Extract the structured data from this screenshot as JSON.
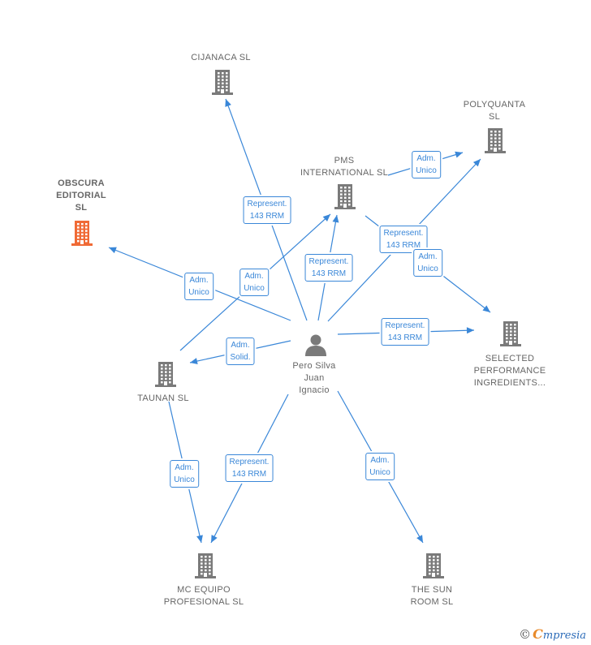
{
  "colors": {
    "edge": "#3a87d8",
    "building": "#7a7a7a",
    "highlight_building": "#f06a35",
    "person": "#7a7a7a"
  },
  "center": {
    "name_lines": [
      "Pero Silva",
      "Juan",
      "Ignacio"
    ],
    "icon": "person-icon"
  },
  "companies": [
    {
      "id": "cijanaca",
      "name": "CIJANACA  SL",
      "icon": "building-icon"
    },
    {
      "id": "polyquanta",
      "name": "POLYQUANTA\nSL",
      "icon": "building-icon"
    },
    {
      "id": "pms",
      "name": "PMS\nINTERNATIONAL SL",
      "icon": "building-icon"
    },
    {
      "id": "obscura",
      "name": "OBSCURA\nEDITORIAL\nSL",
      "icon": "building-icon",
      "highlight": true
    },
    {
      "id": "selected",
      "name": "SELECTED\nPERFORMANCE\nINGREDIENTS...",
      "icon": "building-icon"
    },
    {
      "id": "taunan",
      "name": "TAUNAN SL",
      "icon": "building-icon"
    },
    {
      "id": "mc",
      "name": "MC EQUIPO\nPROFESIONAL SL",
      "icon": "building-icon"
    },
    {
      "id": "sunroom",
      "name": "THE SUN\nROOM  SL",
      "icon": "building-icon"
    }
  ],
  "relations": [
    {
      "id": "r1",
      "from": "center",
      "to": "cijanaca",
      "label": [
        "Represent.",
        "143 RRM"
      ]
    },
    {
      "id": "r2",
      "from": "center",
      "to": "pms",
      "label": [
        "Represent.",
        "143 RRM"
      ]
    },
    {
      "id": "r3",
      "from": "center",
      "to": "polyquanta",
      "label": [
        "Represent.",
        "143 RRM"
      ]
    },
    {
      "id": "r4",
      "from": "pms",
      "to": "polyquanta",
      "label": [
        "Adm.",
        "Unico"
      ]
    },
    {
      "id": "r5",
      "from": "pms",
      "to": "selected",
      "label": [
        "Adm.",
        "Unico"
      ]
    },
    {
      "id": "r6",
      "from": "center",
      "to": "obscura",
      "label": [
        "Adm.",
        "Unico"
      ]
    },
    {
      "id": "r7",
      "from": "taunan",
      "to": "pms",
      "label": [
        "Adm.",
        "Unico"
      ]
    },
    {
      "id": "r8",
      "from": "center",
      "to": "selected",
      "label": [
        "Represent.",
        "143 RRM"
      ]
    },
    {
      "id": "r9",
      "from": "center",
      "to": "taunan",
      "label": [
        "Adm.",
        "Solid."
      ]
    },
    {
      "id": "r10",
      "from": "taunan",
      "to": "mc",
      "label": [
        "Adm.",
        "Unico"
      ]
    },
    {
      "id": "r11",
      "from": "center",
      "to": "mc",
      "label": [
        "Represent.",
        "143 RRM"
      ]
    },
    {
      "id": "r12",
      "from": "center",
      "to": "sunroom",
      "label": [
        "Adm.",
        "Unico"
      ]
    }
  ],
  "footer": {
    "copyright": "©",
    "brand_first": "C",
    "brand_rest": "mpresia"
  }
}
